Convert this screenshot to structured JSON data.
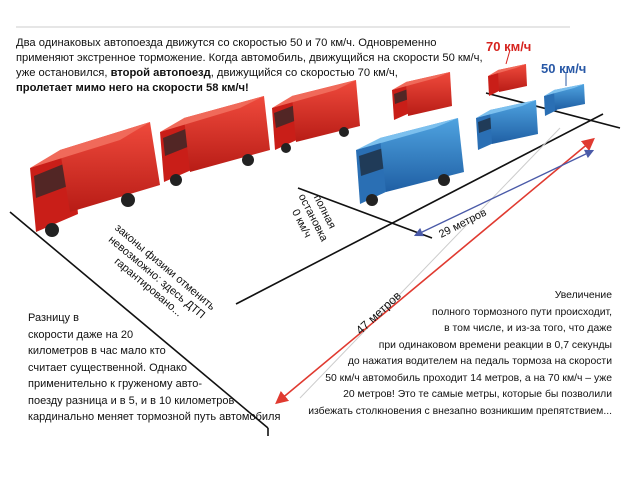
{
  "intro": {
    "line1": "Два одинаковых автопоезда движутся со скоростью 50 и 70 км/ч. Одновременно",
    "line2": "применяют экстренное торможение. Когда автомобиль, движущийся на скорости 50 км/ч,",
    "line3a": "уже остановился, ",
    "line3b": "второй автопоезд",
    "line3c": ", движущийся со скоростью 70 км/ч,",
    "line4": "пролетает мимо него на скорости 58 км/ч!"
  },
  "labels": {
    "speed_70": "70 км/ч",
    "speed_50": "50 км/ч",
    "stop_line1": "полная",
    "stop_line2": "остановка",
    "stop_line3": "0 км/ч",
    "dist_29": "29 метров",
    "dist_47": "47 метров",
    "physics_line1": "законы физики отменить",
    "physics_line2": "невозможно: здесь ДТП",
    "physics_line3": "гарантировано..."
  },
  "left_note": [
    "Разницу в",
    "скорости даже на 20",
    "километров в час мало кто",
    "считает существенной. Однако",
    "применительно к груженому авто-",
    "поезду  разница и в 5, и в 10 километров",
    "кардинально меняет тормозной путь автомобиля"
  ],
  "right_note": [
    "Увеличение",
    "полного тормозного пути происходит,",
    "в том числе, и из-за того, что  даже",
    "при одинаковом времени реакции  в 0,7 секунды",
    "до нажатия водителем на педаль тормоза на скорости",
    "50 км/ч автомобиль проходит 14 метров, а на 70 км/ч – уже",
    "20 метров! Это те самые метры, которые бы позволили",
    "избежать столкновения с внезапно возникшим препятствием..."
  ],
  "colors": {
    "red_truck": "#d6241f",
    "blue_truck": "#2f7fc4",
    "red_arrow": "#e03a30",
    "blue_arrow": "#4a5aa8"
  }
}
